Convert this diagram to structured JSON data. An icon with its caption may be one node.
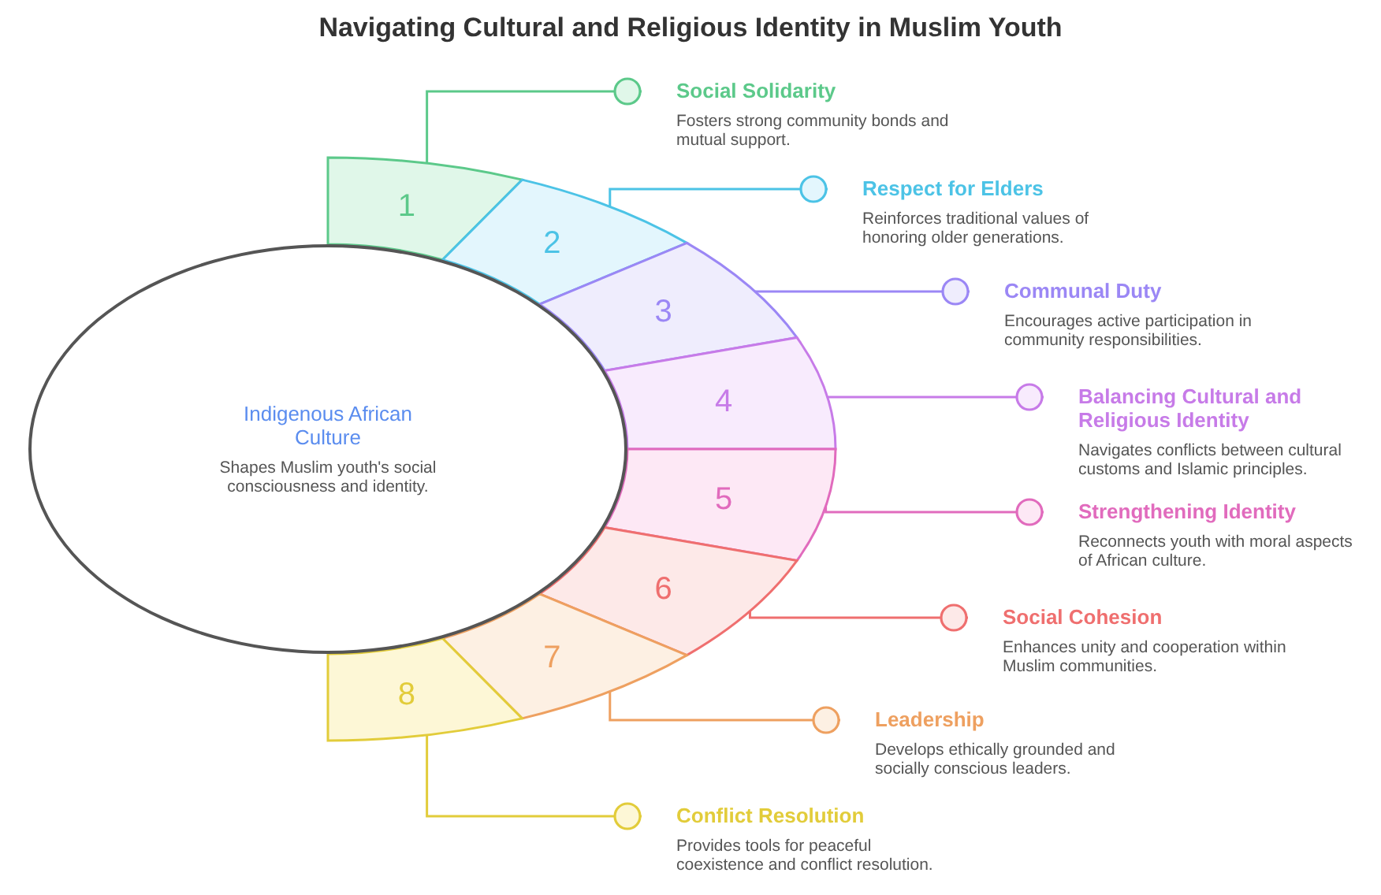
{
  "diagram": {
    "title": "Navigating Cultural and Religious Identity in Muslim Youth",
    "nodes": [
      {
        "text": [
          "Indigenous African Culture",
          "Shapes Muslim youth's social consciousness and identity."
        ]
      },
      {
        "text": [
          "1"
        ]
      },
      {
        "text": [
          "Social Solidarity",
          "Fosters strong community bonds and mutual support."
        ]
      },
      {
        "text": [
          "2"
        ]
      },
      {
        "text": [
          "Respect for Elders",
          "Reinforces traditional values of honoring older generations."
        ]
      },
      {
        "text": [
          "3"
        ]
      },
      {
        "text": [
          "Communal Duty",
          "Encourages active participation in community responsibilities."
        ]
      },
      {
        "text": [
          "4"
        ]
      },
      {
        "text": [
          "Balancing Cultural and Religious Identity",
          "Navigates conflicts between cultural customs and Islamic principles."
        ]
      },
      {
        "text": [
          "5"
        ]
      },
      {
        "text": [
          "Strengthening Identity",
          "Reconnects youth with moral aspects of African culture."
        ]
      },
      {
        "text": [
          "6"
        ]
      },
      {
        "text": [
          "Social Cohesion",
          "Enhances unity and cooperation within Muslim communities."
        ]
      },
      {
        "text": [
          "7"
        ]
      },
      {
        "text": [
          "Leadership",
          "Develops ethically grounded and socially conscious leaders."
        ]
      },
      {
        "text": [
          "8"
        ]
      },
      {
        "text": [
          "Conflict Resolution",
          "Provides tools for peaceful coexistence and conflict resolution."
        ]
      }
    ],
    "edges": [
      {
        "from": 1,
        "to": 2,
        "arrow": "other",
        "color": "#5cc98a"
      },
      {
        "from": 3,
        "to": 4,
        "arrow": "other",
        "color": "#4cc3e6"
      },
      {
        "from": 5,
        "to": 6,
        "arrow": "other",
        "color": "#9b87f5"
      },
      {
        "from": 7,
        "to": 8,
        "arrow": "other",
        "color": "#c77be8"
      },
      {
        "from": 9,
        "to": 10,
        "arrow": "other",
        "color": "#e16bbd"
      },
      {
        "from": 11,
        "to": 12,
        "arrow": "other",
        "color": "#ef6f6f"
      },
      {
        "from": 13,
        "to": 14,
        "arrow": "other",
        "color": "#eea060"
      },
      {
        "from": 15,
        "to": 16,
        "arrow": "other",
        "color": "#e2cc3a"
      }
    ]
  }
}
